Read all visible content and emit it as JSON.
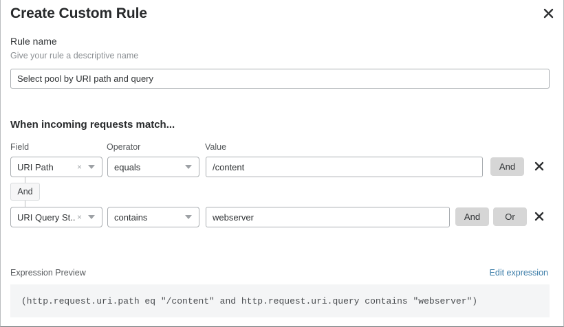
{
  "dialog": {
    "title": "Create Custom Rule",
    "close_icon": "close-icon"
  },
  "rule_name": {
    "label": "Rule name",
    "help": "Give your rule a descriptive name",
    "value": "Select pool by URI path and query",
    "placeholder": "Select pool by URI path and query"
  },
  "match_section": {
    "heading": "When incoming requests match...",
    "columns": {
      "field": "Field",
      "operator": "Operator",
      "value": "Value"
    },
    "connector": {
      "label": "And"
    },
    "rows": [
      {
        "field": "URI Path",
        "field_clear": "×",
        "operator": "equals",
        "value": "/content",
        "value_placeholder": "",
        "buttons": [
          "And"
        ],
        "delete_icon": "close-icon"
      },
      {
        "field": "URI Query St...",
        "field_clear": "×",
        "operator": "contains",
        "value": "webserver",
        "value_placeholder": "",
        "buttons": [
          "And",
          "Or"
        ],
        "delete_icon": "close-icon"
      }
    ]
  },
  "expression": {
    "label": "Expression Preview",
    "edit_link": "Edit expression",
    "text": "(http.request.uri.path eq \"/content\" and http.request.uri.query contains \"webserver\")"
  },
  "colors": {
    "link": "#3a7ca8",
    "logic_button_bg": "#d6d6d6",
    "expression_bg": "#f4f5f6",
    "border": "#a9adb1",
    "text": "#2f3234",
    "muted_text": "#8b8f93"
  }
}
